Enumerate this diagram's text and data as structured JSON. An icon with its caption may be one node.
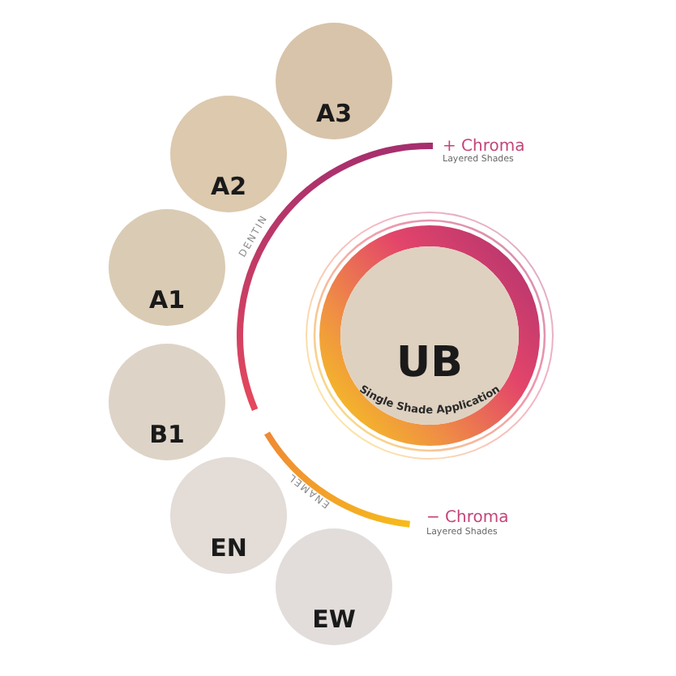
{
  "diagram": {
    "nodes": [
      {
        "text": [
          "A3"
        ]
      },
      {
        "text": [
          "A2"
        ]
      },
      {
        "text": [
          "A1"
        ]
      },
      {
        "text": [
          "UB",
          "Single Shade Application"
        ]
      },
      {
        "text": [
          "B1"
        ]
      },
      {
        "text": [
          "EN"
        ]
      },
      {
        "text": [
          "EW"
        ]
      }
    ],
    "labels": [
      "+ Chroma",
      "Layered Shades",
      "DENTIN",
      "ENAMEL",
      "− Chroma",
      "Layered Shades"
    ]
  }
}
